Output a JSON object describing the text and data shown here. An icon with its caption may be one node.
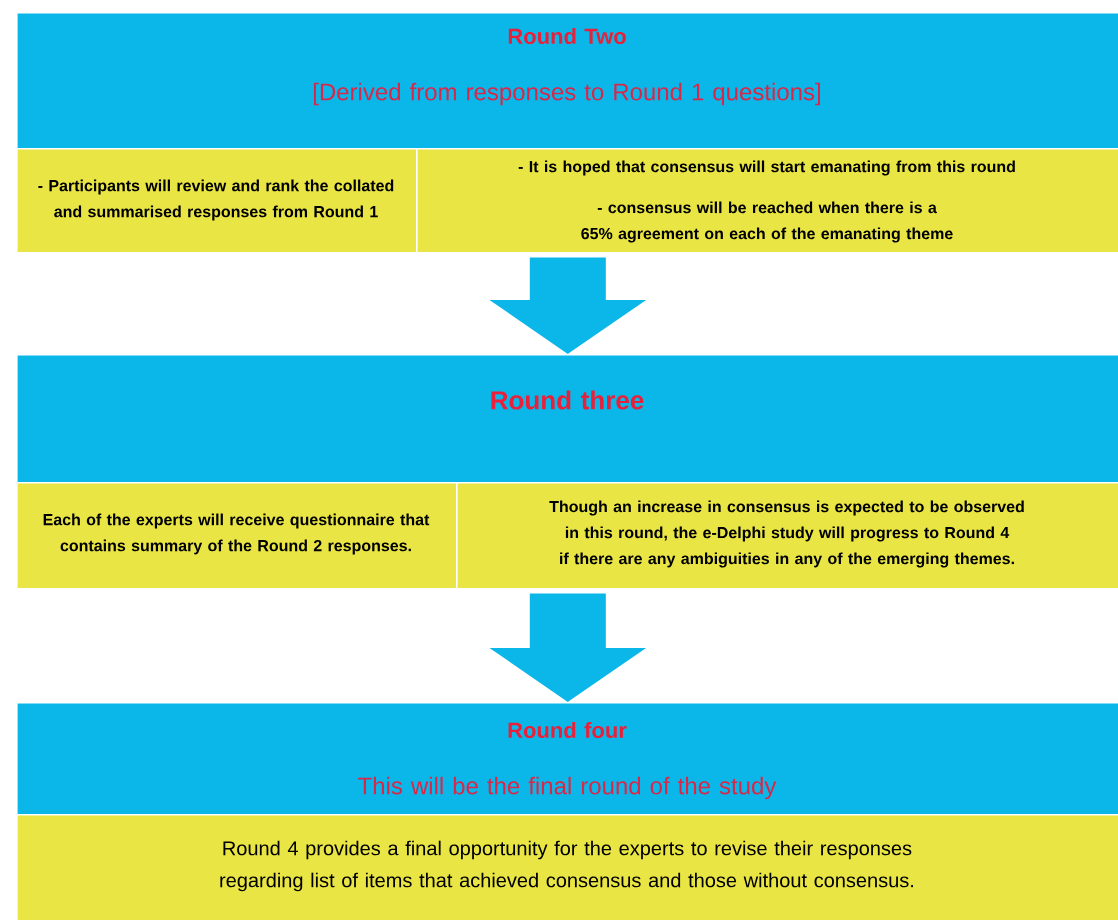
{
  "diagram": {
    "nodes": [
      {
        "text": [
          "Round Two",
          "[Derived from responses to Round 1 questions]"
        ]
      },
      {
        "text": [
          "- Participants will review and rank the collated and summarised responses from Round 1"
        ]
      },
      {
        "text": [
          "- It is hoped that consensus will start emanating from this round",
          "- consensus will be reached when there is a 65% agreement on each of the emanating theme"
        ]
      },
      {
        "text": [
          "Round three"
        ]
      },
      {
        "text": [
          "Each of the experts will receive questionnaire that contains summary of the Round 2 responses."
        ]
      },
      {
        "text": [
          "Though an increase in consensus is expected to be observed in this round, the e-Delphi study will progress to Round 4 if there are any ambiguities in any of the emerging themes."
        ]
      },
      {
        "text": [
          "Round four",
          "This will be the final round of the study"
        ]
      },
      {
        "text": [
          "Round 4 provides a final opportunity for the experts to revise their responses regarding list of items that achieved consensus and those without consensus."
        ]
      }
    ],
    "edges": [
      {
        "from": 2,
        "to": 3,
        "arrow": "to"
      },
      {
        "from": 5,
        "to": 6,
        "arrow": "to"
      }
    ]
  }
}
